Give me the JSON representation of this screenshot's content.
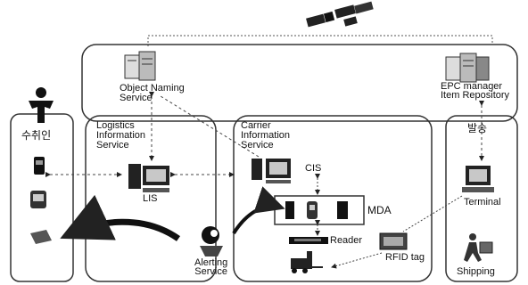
{
  "top_box": {
    "object_naming_service": "Object Naming\nService",
    "epc_manager": "EPC manager\nItem Repository"
  },
  "left_panel": {
    "title": "수취인"
  },
  "logistics_panel": {
    "title": "Logistics\nInformation\nService",
    "lis_label": "LIS"
  },
  "carrier_panel": {
    "title": "Carrier\nInformation\nService",
    "cis_label": "CIS",
    "mda_label": "MDA",
    "reader_label": "Reader",
    "rfid_label": "RFID tag"
  },
  "alerting_service": "Alerting\nService",
  "right_panel": {
    "title": "발송",
    "terminal_label": "Terminal",
    "shipping_label": "Shipping"
  },
  "colors": {
    "line": "#3a3a3a",
    "dark": "#1a1a1a",
    "screen": "#c8c8c8"
  }
}
